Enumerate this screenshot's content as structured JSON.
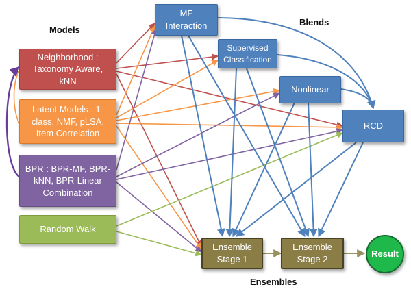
{
  "headings": {
    "models": "Models",
    "blends": "Blends",
    "ensembles": "Ensembles"
  },
  "models": {
    "neighborhood": "Neighborhood :\nTaxonomy Aware,\nkNN",
    "latent": "Latent Models : 1-\nclass, NMF, pLSA,\nItem Correlation",
    "bpr": "BPR : BPR-MF, BPR-\nkNN, BPR-Linear\nCombination",
    "random_walk": "Random Walk"
  },
  "blends": {
    "mf_interaction": "MF\nInteraction",
    "supervised": "Supervised\nClassification",
    "nonlinear": "Nonlinear",
    "rcd": "RCD"
  },
  "ensembles": {
    "stage1": "Ensemble\nStage 1",
    "stage2": "Ensemble\nStage 2",
    "result": "Result"
  },
  "colors": {
    "neighborhood": "#c0504d",
    "latent": "#f79646",
    "bpr": "#8064a2",
    "random_walk": "#9bbb59",
    "blend": "#4f81bd",
    "ensemble": "#8b7d46",
    "result": "#1fb84a",
    "bpr_loop": "#6a3d9a",
    "ensemble_link": "#9a8f5e"
  }
}
